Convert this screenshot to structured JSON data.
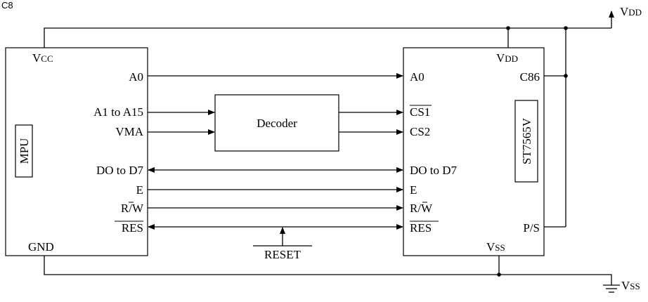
{
  "corner_label": "C8",
  "mpu": {
    "name": "MPU",
    "vcc": {
      "main": "V",
      "sub": "CC"
    },
    "gnd": "GND",
    "pins": {
      "a0": "A0",
      "a1_a15": "A1 to A15",
      "vma": "VMA",
      "d0_d7": "DO to D7",
      "e": "E",
      "rw": "R/W",
      "res": "RES"
    }
  },
  "decoder": {
    "label": "Decoder"
  },
  "reset": {
    "label": "RESET"
  },
  "lcd": {
    "name": "ST7565V",
    "vdd": {
      "main": "V",
      "sub": "DD"
    },
    "vss": {
      "main": "V",
      "sub": "SS"
    },
    "pins": {
      "a0": "A0",
      "cs1": "CS1",
      "cs2": "CS2",
      "d0_d7": "DO to D7",
      "e": "E",
      "rw": "R/W",
      "res": "RES",
      "c86": "C86",
      "ps": "P/S"
    }
  },
  "supply": {
    "vdd": {
      "main": "V",
      "sub": "DD"
    },
    "vss": {
      "main": "V",
      "sub": "SS"
    }
  }
}
